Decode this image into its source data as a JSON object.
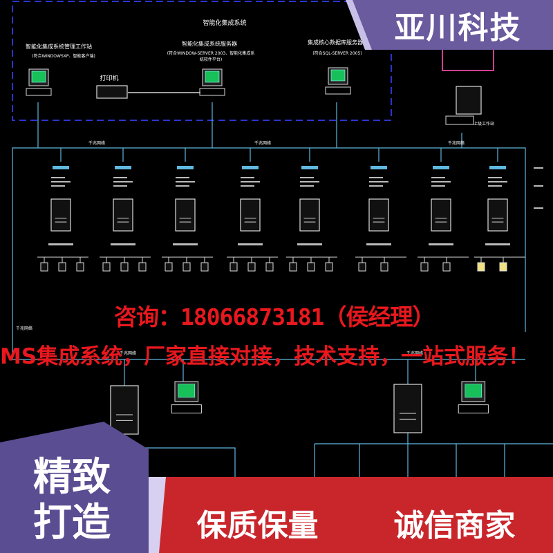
{
  "brand": {
    "name": "亚川科技"
  },
  "diagram": {
    "title": "智能化集成系统",
    "workstations": [
      {
        "label": "智能化集成系统管理工作站",
        "sub": "(符合WINDOWSXP、智能客户端)"
      },
      {
        "label": "打印机",
        "sub": ""
      },
      {
        "label": "智能化集成系统服务器",
        "sub": "(符合WINDOW-SERVER 2003、智能化集成系统软件平台)"
      },
      {
        "label": "集成核心数据库服务器",
        "sub": "(符合SQL-SERVER 2005)"
      }
    ],
    "network_label": "千兆网络",
    "remote_label": "上级工作站"
  },
  "contact": {
    "consult": "咨询：18066873181（侯经理）"
  },
  "slogan": "MS集成系统，厂家直接对接，技术支持，一站式服务！",
  "badges": {
    "left_line1": "精致",
    "left_line2": "打造",
    "right_item1": "保质保量",
    "right_item2": "诚信商家"
  },
  "colors": {
    "brand_bg": "#6a5a9e",
    "accent_red": "#e8181e",
    "badge_left_bg": "#5b4d92",
    "badge_right_bg": "#c9262c",
    "line_cyan": "#5fb8e0",
    "dash_blue": "#2a35d0"
  }
}
